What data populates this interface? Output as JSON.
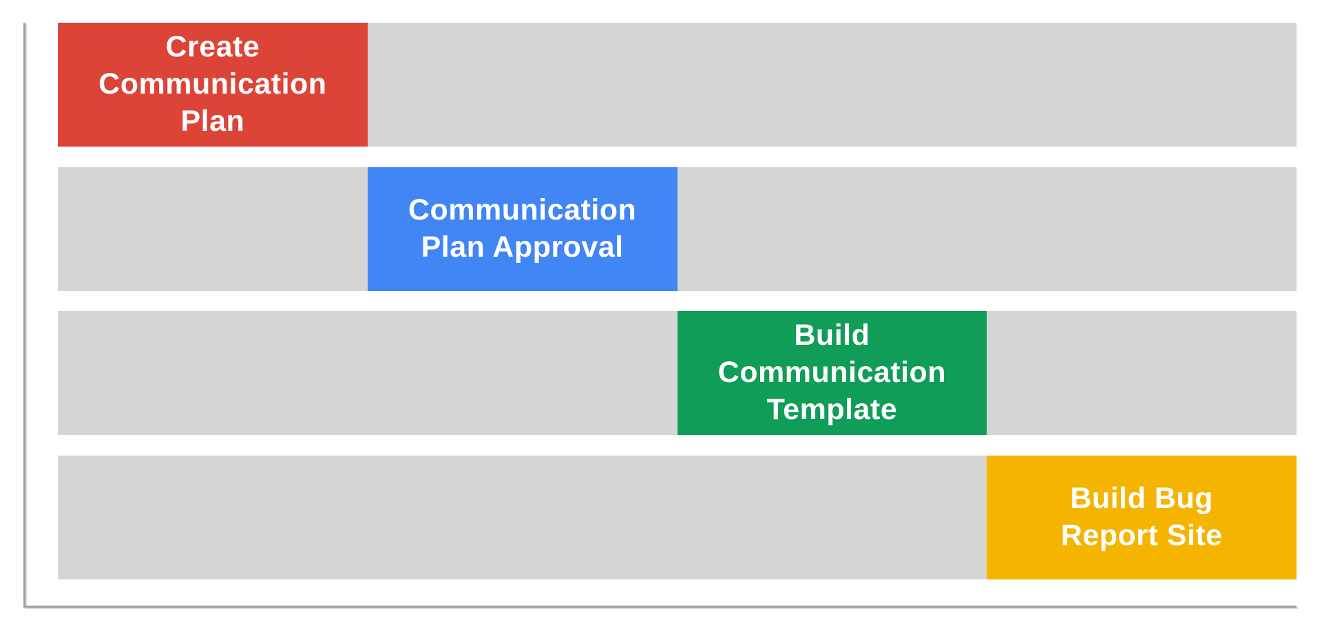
{
  "chart_data": {
    "type": "bar",
    "subtype": "gantt",
    "title": "",
    "xlabel": "",
    "ylabel": "",
    "legend": false,
    "gridlines": false,
    "x_range_pct": [
      0,
      100
    ],
    "background_color": "#ffffff",
    "track_color": "#d5d5d5",
    "axis_color": "#9e9e9e",
    "label_text_color": "#ffffff",
    "tasks": [
      {
        "label": "Create Communication Plan",
        "label_lines": [
          "Create",
          "Communication",
          "Plan"
        ],
        "row": 1,
        "start_pct": 0,
        "end_pct": 25,
        "color": "#db4437"
      },
      {
        "label": "Communication Plan Approval",
        "label_lines": [
          "Communication",
          "Plan Approval"
        ],
        "row": 2,
        "start_pct": 25,
        "end_pct": 50,
        "color": "#4285f4"
      },
      {
        "label": "Build Communication Template",
        "label_lines": [
          "Build",
          "Communication",
          "Template"
        ],
        "row": 3,
        "start_pct": 50,
        "end_pct": 75,
        "color": "#0f9d58"
      },
      {
        "label": "Build Bug Report Site",
        "label_lines": [
          "Build Bug",
          "Report Site"
        ],
        "row": 4,
        "start_pct": 75,
        "end_pct": 100,
        "color": "#f4b400"
      }
    ]
  }
}
